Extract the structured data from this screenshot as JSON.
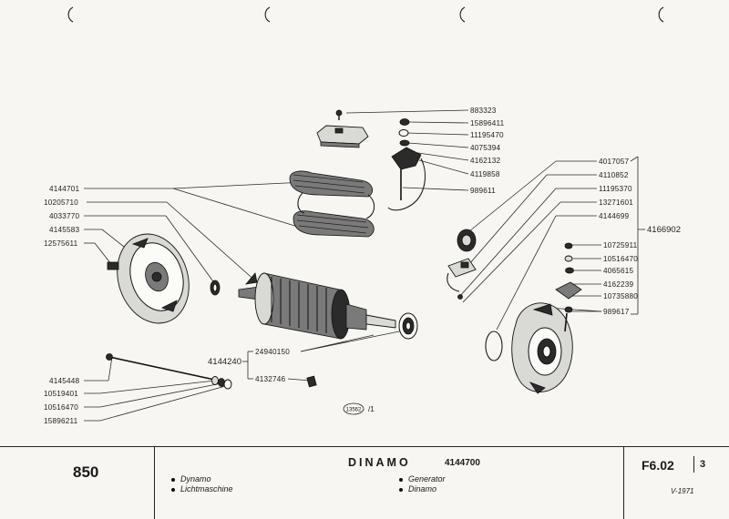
{
  "header": {
    "model": "850",
    "title": "DINAMO",
    "title_code": "4144700",
    "languages": [
      "Dynamo",
      "Lichtmaschine",
      "Generator",
      "Dinamo"
    ],
    "sheet": "F6.02",
    "sheet_sub": "3",
    "date": "V-1971"
  },
  "diagram": {
    "figure_ref": "13562",
    "figure_ref_suffix": "/1",
    "group_right_label": "4166902",
    "group_armature_label": "4144240",
    "left_labels": [
      "4144701",
      "10205710",
      "4033770",
      "4145583",
      "12575611"
    ],
    "left_lower_labels": [
      "4145448",
      "10519401",
      "10516470",
      "15896211"
    ],
    "top_labels": [
      "883323",
      "15896411",
      "11195470",
      "4075394",
      "4162132",
      "4119858",
      "989611"
    ],
    "right_bracket_labels": [
      "4017057",
      "4110852",
      "11195370",
      "13271601",
      "4144699"
    ],
    "right_lower_labels": [
      "10725911",
      "10516470",
      "4065615",
      "4162239",
      "10735880",
      "989617"
    ],
    "armature_labels": [
      "24940150",
      "4132746"
    ]
  }
}
